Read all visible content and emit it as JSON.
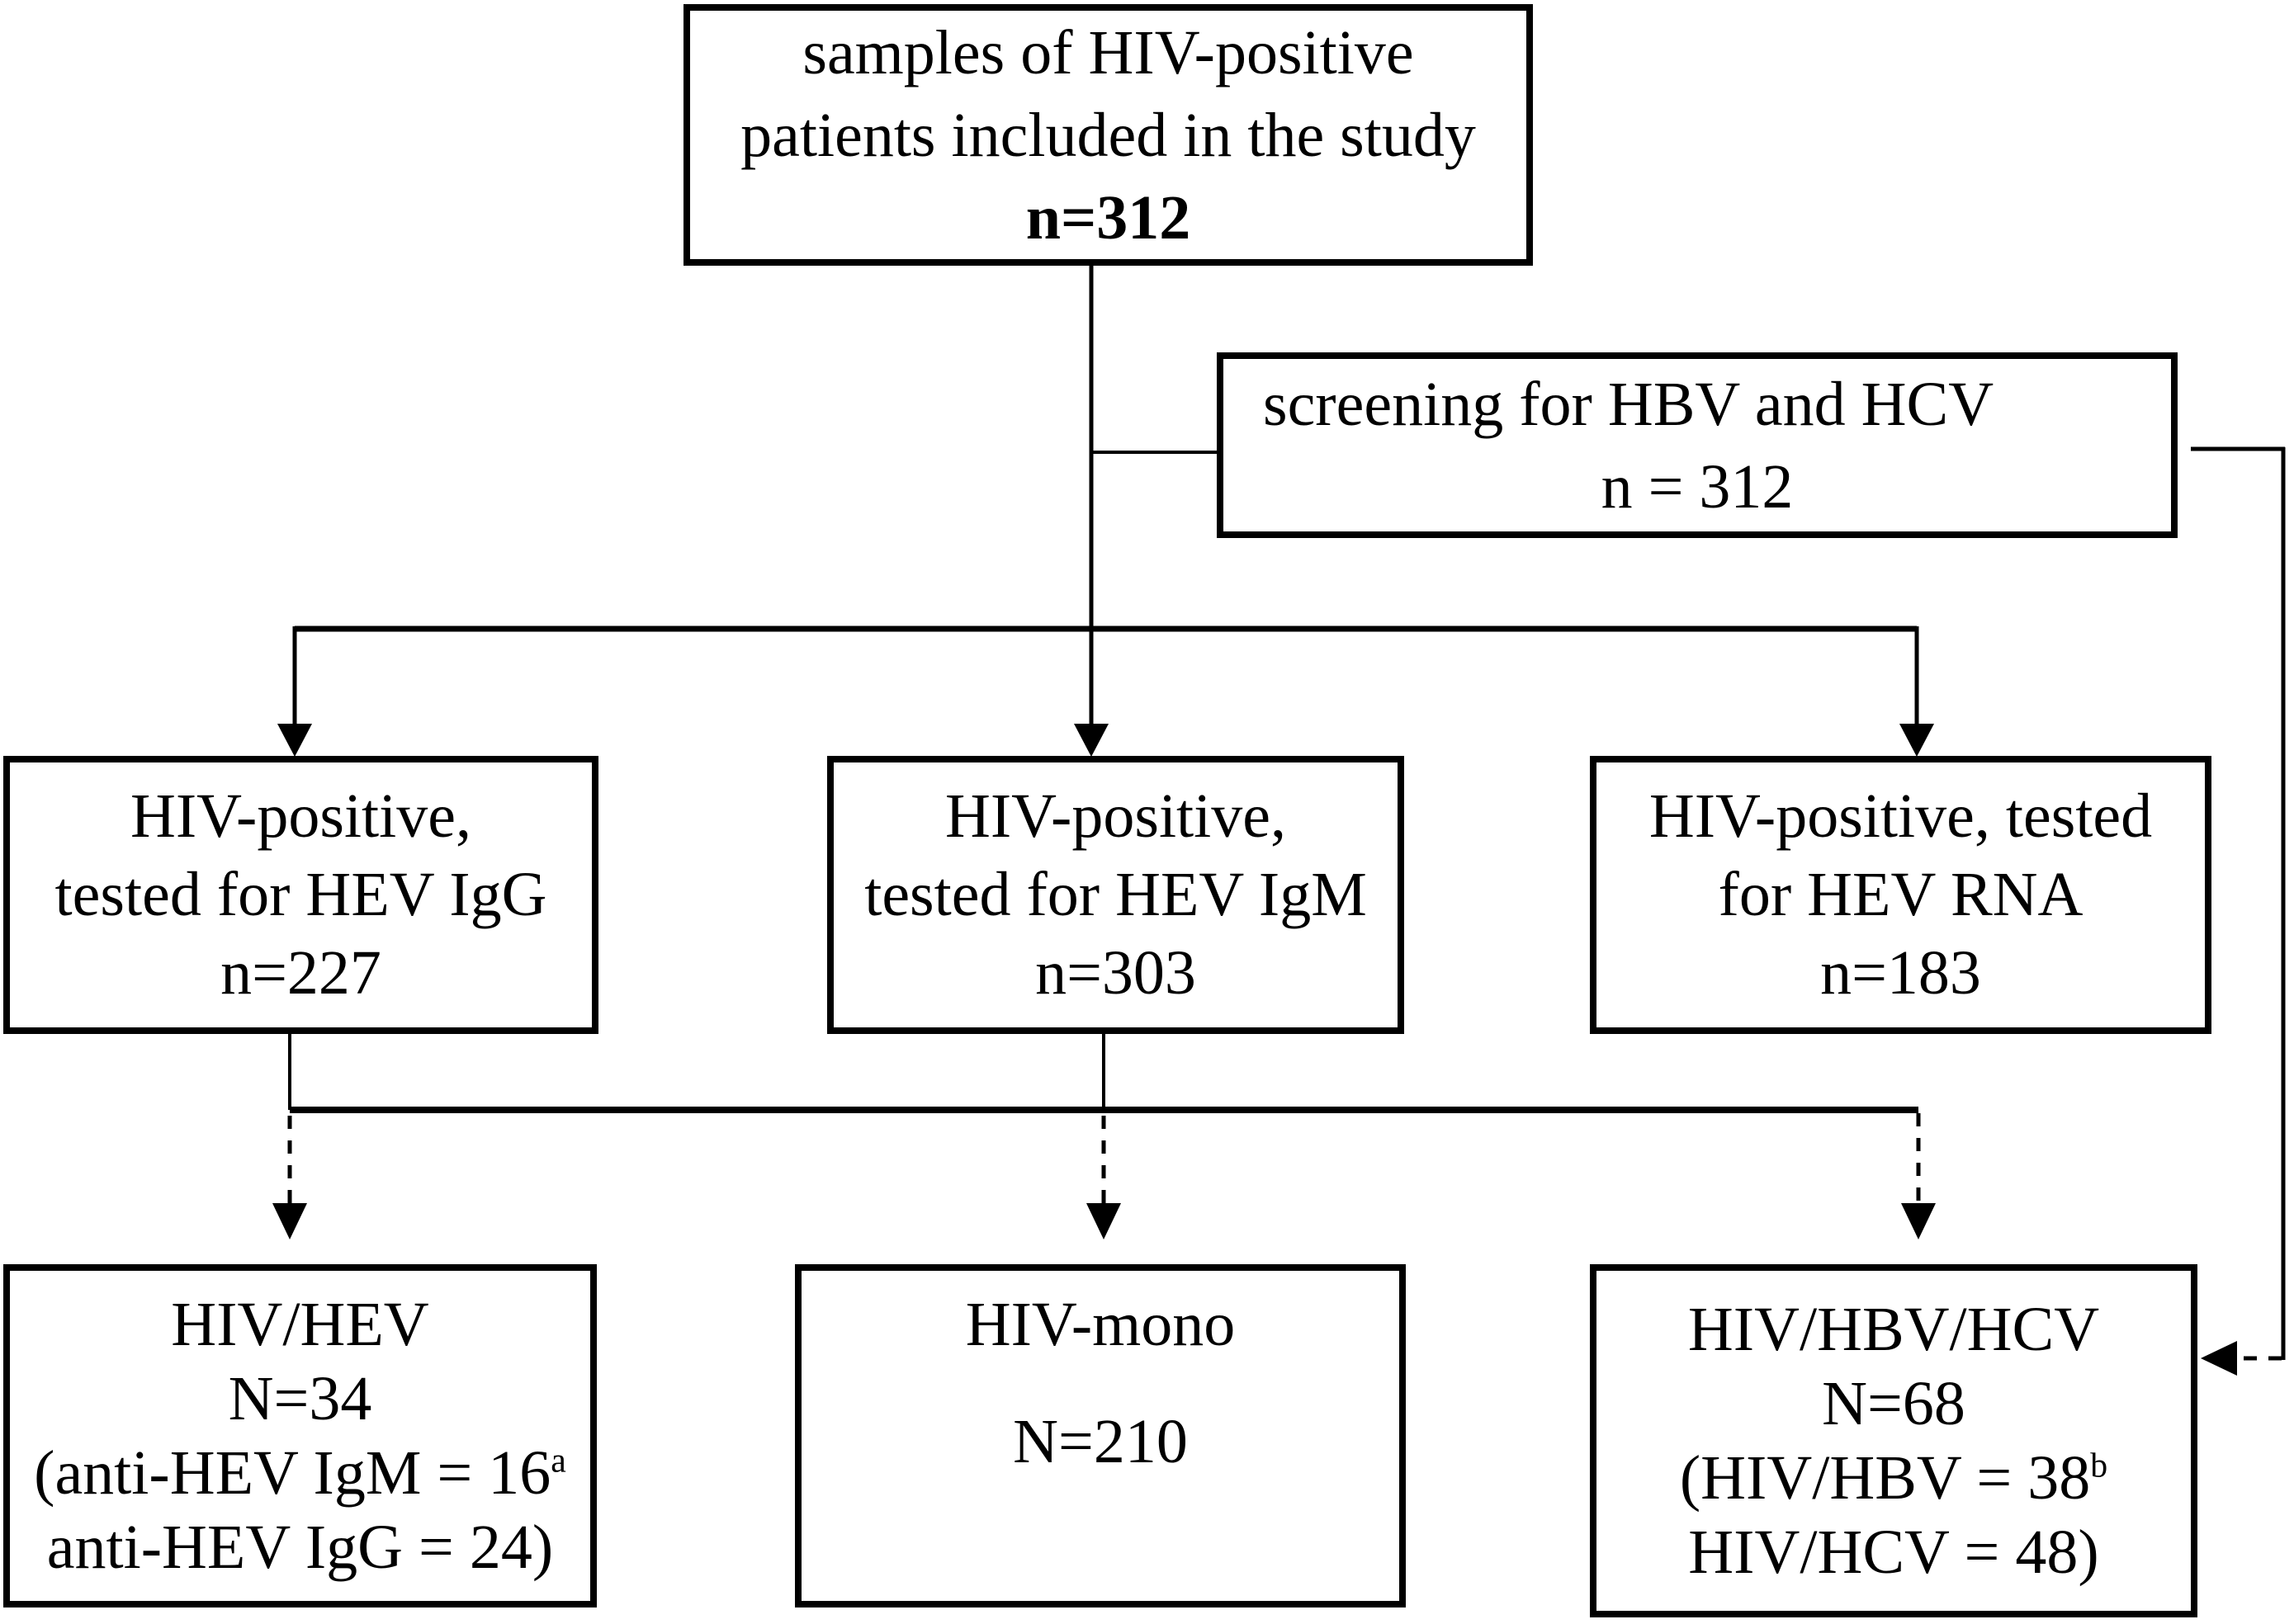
{
  "diagram": {
    "background_color": "#ffffff",
    "line_color": "#000000",
    "boxes": [
      {
        "id": "enrollment",
        "lines": [
          "samples of HIV-positive",
          "patients included in the study",
          "n=312"
        ],
        "bold_lines": [
          2
        ]
      },
      {
        "id": "screening",
        "lines": [
          "screening for HBV and HCV",
          "n = 312"
        ],
        "aligns": [
          "left",
          "center"
        ]
      },
      {
        "id": "tested-igg",
        "lines": [
          "HIV-positive,",
          "tested for HEV IgG",
          "n=227"
        ]
      },
      {
        "id": "tested-igm",
        "lines": [
          "HIV-positive,",
          "tested for HEV IgM",
          "n=303"
        ]
      },
      {
        "id": "tested-rna",
        "lines": [
          "HIV-positive, tested",
          "for HEV RNA",
          "n=183"
        ]
      },
      {
        "id": "hiv-hev",
        "lines": [
          "HIV/HEV",
          "N=34",
          "(anti-HEV IgM = 16^a",
          "anti-HEV IgG = 24)"
        ]
      },
      {
        "id": "hiv-mono",
        "lines": [
          "HIV-mono",
          "",
          "N=210"
        ]
      },
      {
        "id": "hiv-hbv-hcv",
        "lines": [
          "HIV/HBV/HCV",
          "N=68",
          "(HIV/HBV = 38^b",
          "HIV/HCV = 48)"
        ]
      }
    ]
  }
}
